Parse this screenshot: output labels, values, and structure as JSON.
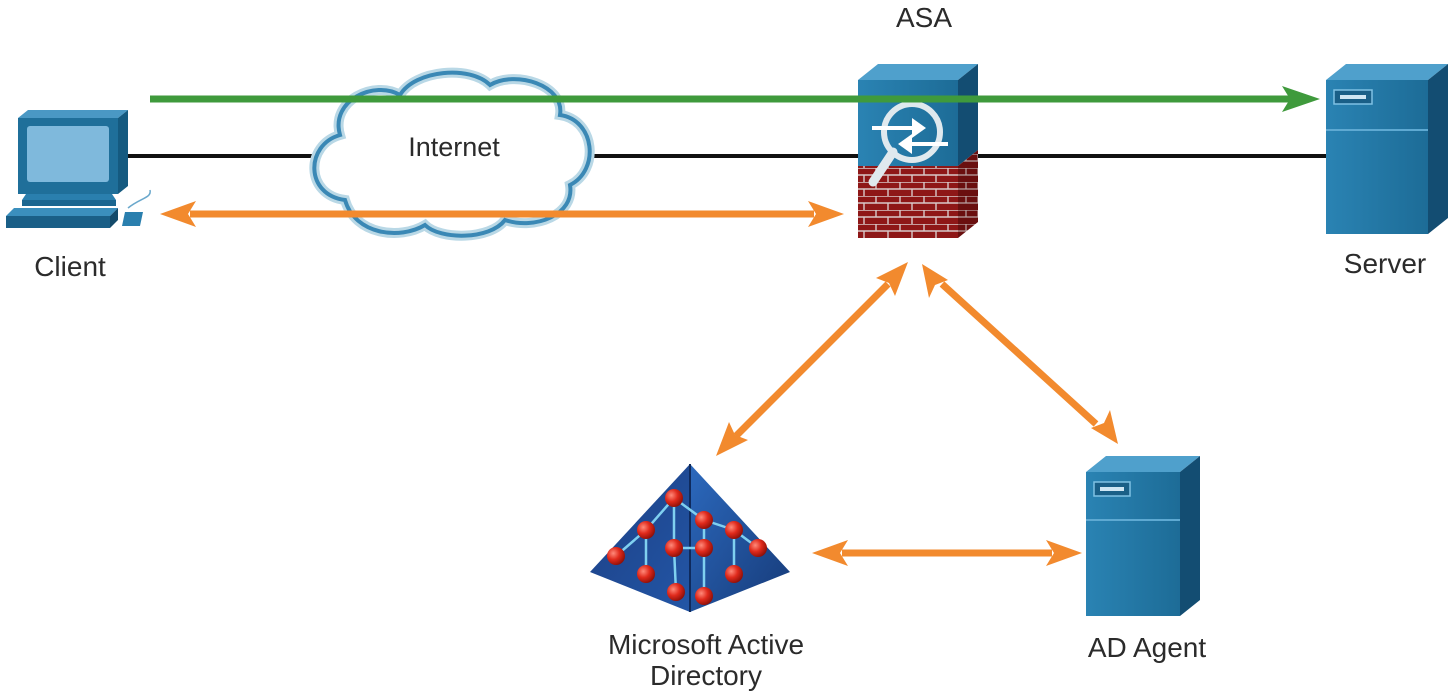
{
  "labels": {
    "asa": "ASA",
    "internet": "Internet",
    "client": "Client",
    "server": "Server",
    "ad_line1": "Microsoft Active",
    "ad_line2": "Directory",
    "ad_agent": "AD Agent"
  },
  "colors": {
    "green_flow": "#3f9a3c",
    "orange_flow": "#f28a2e",
    "link_line": "#111111",
    "device_blue": "#1f6f9a",
    "firewall_red": "#8e1717"
  },
  "icons": {
    "client": "desktop-computer-icon",
    "internet": "cloud-icon",
    "asa": "asa-firewall-icon",
    "server": "server-icon",
    "ad": "active-directory-pyramid-icon",
    "ad_agent": "server-icon"
  }
}
